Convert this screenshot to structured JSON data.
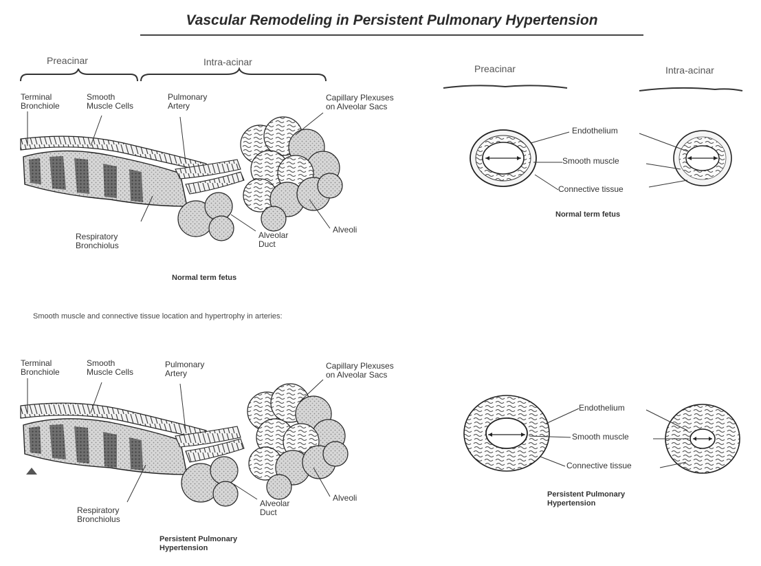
{
  "title": "Vascular Remodeling in Persistent Pulmonary Hypertension",
  "headers": {
    "left_preacinar": "Preacinar",
    "left_intraacinar": "Intra-acinar",
    "right_preacinar": "Preacinar",
    "right_intraacinar": "Intra-acinar"
  },
  "labels": {
    "terminal_bronchiole": "Terminal\nBronchiole",
    "smooth_muscle_cells": "Smooth\nMuscle Cells",
    "pulmonary_artery": "Pulmonary\nArtery",
    "capillary_plexuses": "Capillary Plexuses\non Alveolar Sacs",
    "respiratory_bronchiolus": "Respiratory\nBronchiolus",
    "alveolar_duct": "Alveolar\nDuct",
    "alveoli": "Alveoli",
    "endothelium": "Endothelium",
    "smooth_muscle": "Smooth muscle",
    "connective_tissue": "Connective tissue"
  },
  "captions": {
    "normal": "Normal term fetus",
    "pph": "Persistent Pulmonary\nHypertension"
  },
  "note": "Smooth muscle and connective tissue location and hypertrophy in arteries:"
}
